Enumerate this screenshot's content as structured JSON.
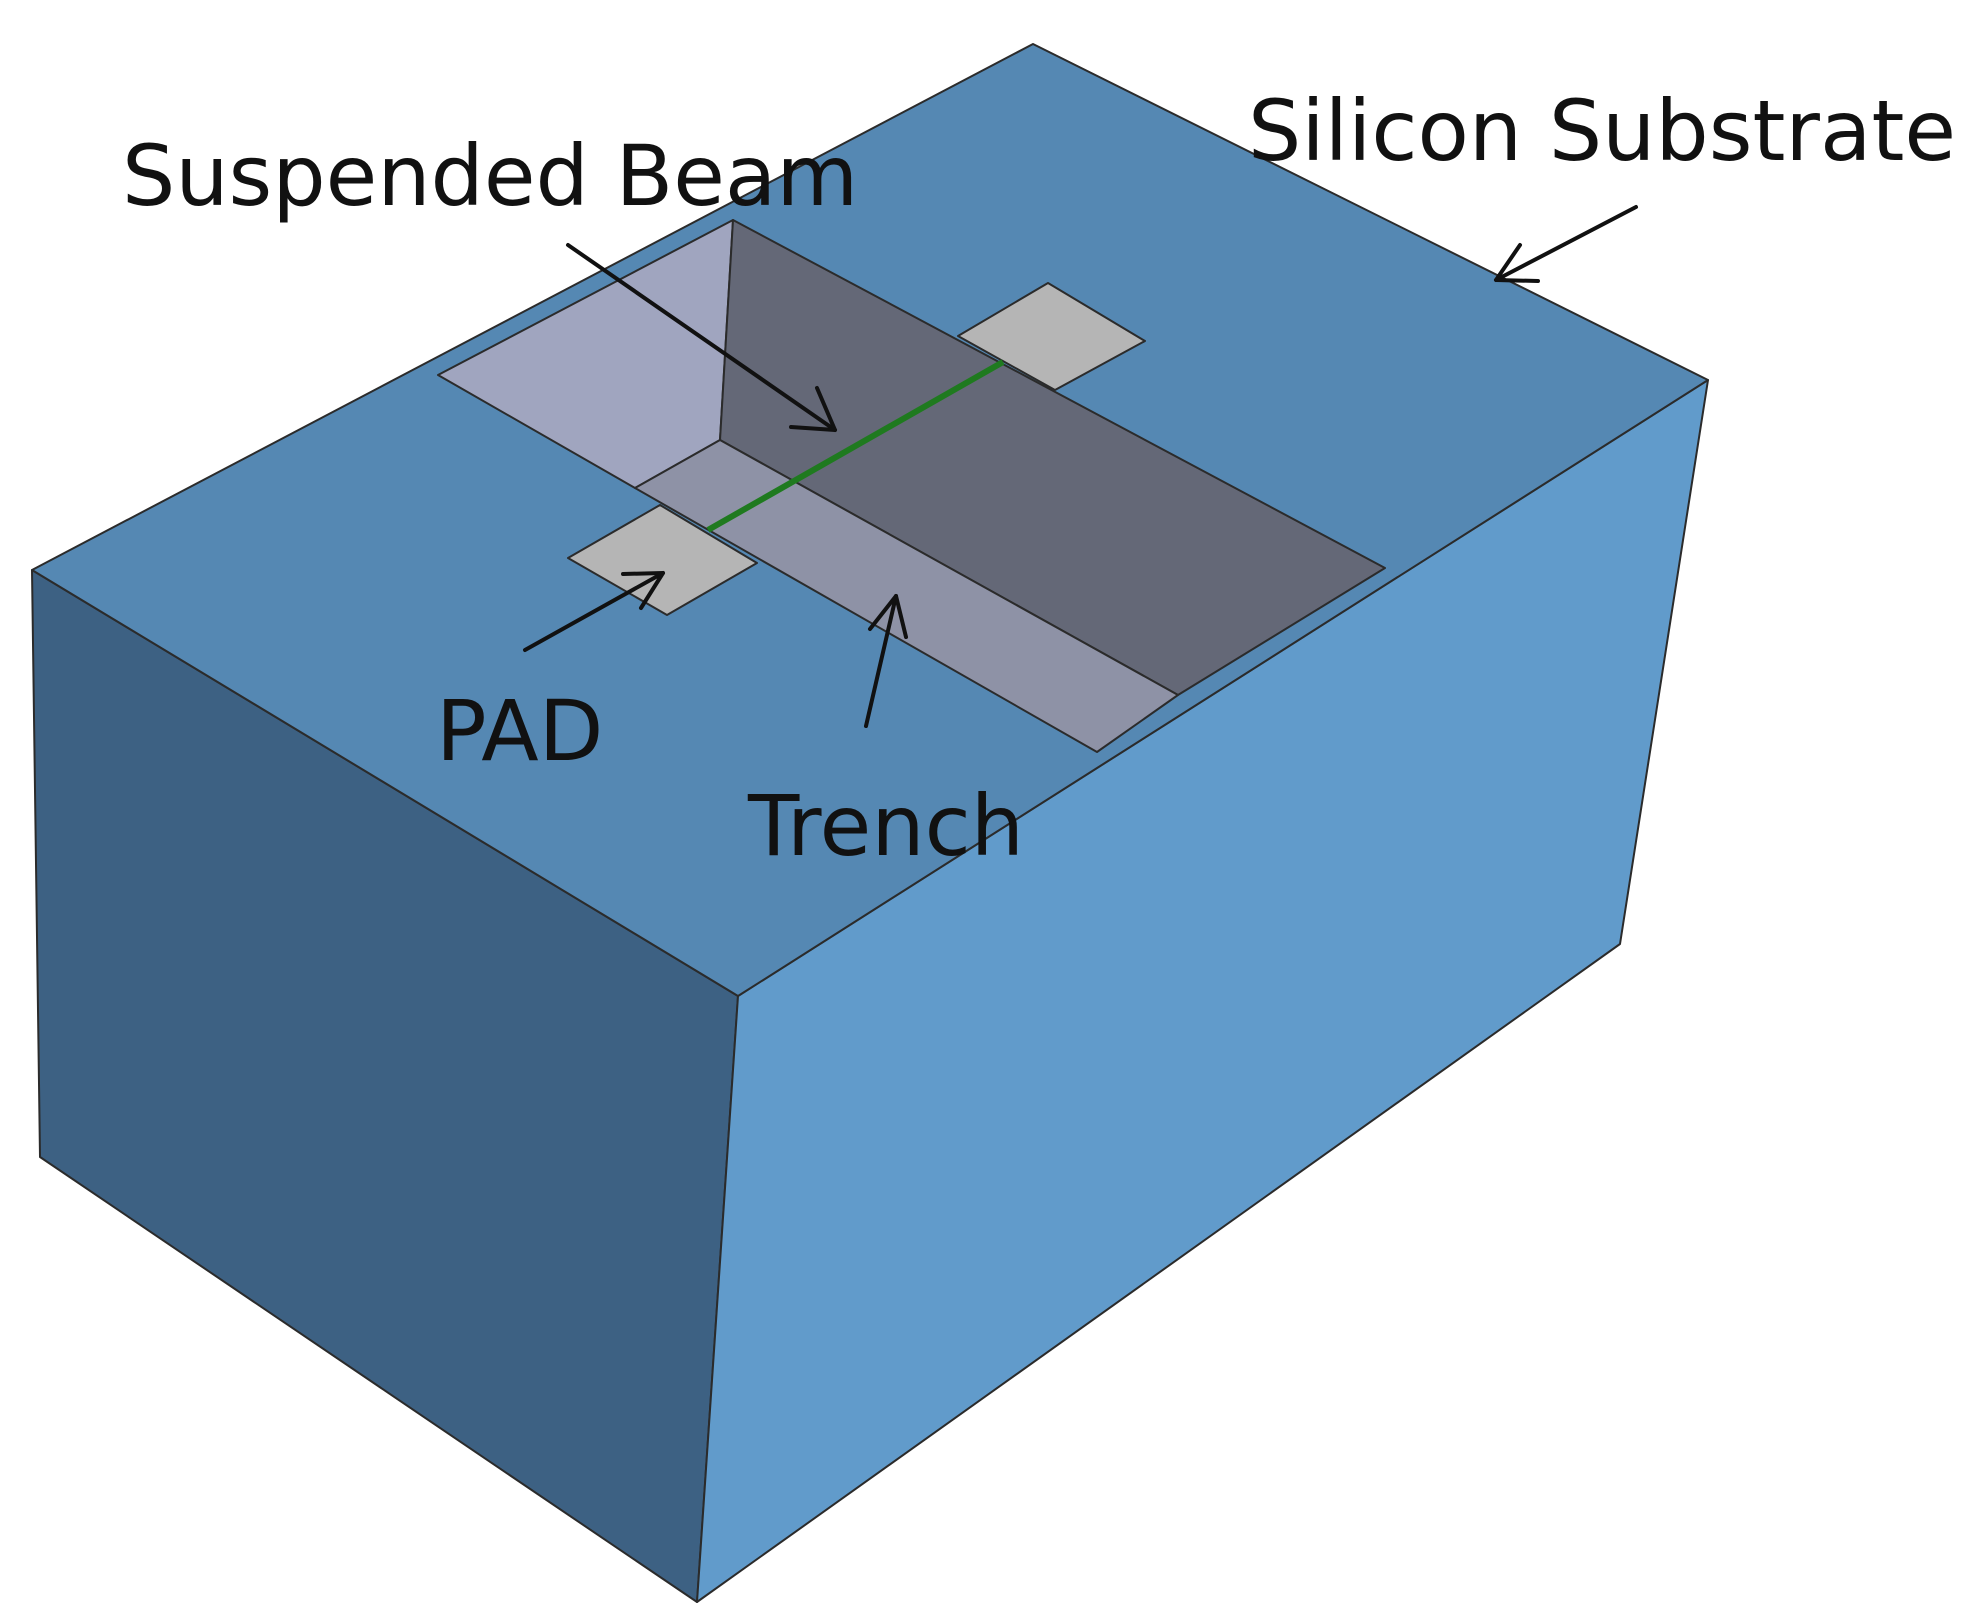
{
  "labels": {
    "silicon_substrate": "Silicon Substrate",
    "suspended_beam": "Suspended Beam",
    "pad": "PAD",
    "trench": "Trench"
  },
  "colors": {
    "substrate_top": "#5588b3",
    "substrate_left": "#3d6183",
    "substrate_right": "#619bcb",
    "trench_far_wall": "#a0a5bf",
    "trench_side_wall": "#646877",
    "trench_floor": "#8e92a6",
    "pad": "#b5b5b5",
    "beam": "#1f7a1f",
    "text": "#111111"
  }
}
